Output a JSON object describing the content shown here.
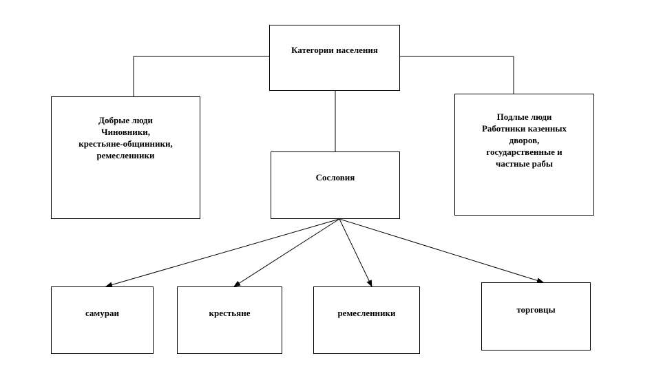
{
  "diagram": {
    "root": {
      "label": "Категории населения"
    },
    "good_people": {
      "label": "Добрые люди\nЧиновники,\nкрестьяне-общинники,\nремесленники"
    },
    "base_people": {
      "label": "Подлые люди\nРаботники казенных\nдворов,\nгосударственные и\nчастные рабы"
    },
    "estates": {
      "label": "Сословия"
    },
    "children": [
      {
        "label": "самураи"
      },
      {
        "label": "крестьяне"
      },
      {
        "label": "ремесленники"
      },
      {
        "label": "торговцы"
      }
    ]
  }
}
